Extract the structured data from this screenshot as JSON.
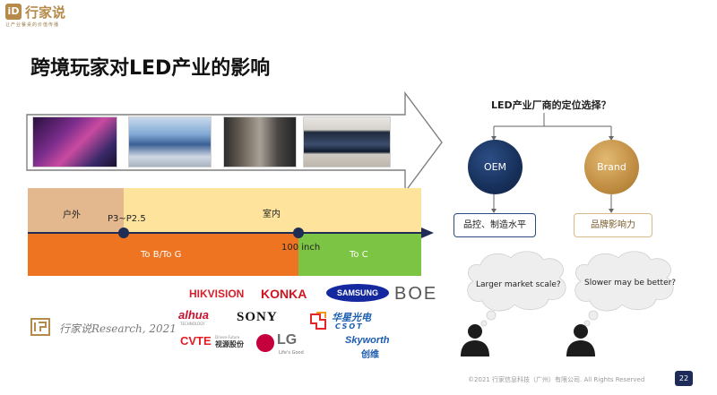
{
  "header": {
    "logo_char": "iD",
    "brand_name": "行家说",
    "tagline": "让产业餐桌的价值传播"
  },
  "slide": {
    "title": "跨境玩家对LED产业的影响"
  },
  "bar": {
    "outdoor_label": "户外",
    "indoor_label": "室内",
    "pitch_label": "P3~P2.5",
    "size_label": "100 inch",
    "tob_label": "To B/To G",
    "toc_label": "To C"
  },
  "right": {
    "question": "LED产业厂商的定位选择？",
    "oem_label": "OEM",
    "brand_label": "Brand",
    "oem_box": "品控、制造水平",
    "brand_box": "品牌影响力",
    "bubble_left": "Larger market scale?",
    "bubble_right": "Slower may be better?"
  },
  "brands": {
    "hikvision": "HIKVISION",
    "konka": "KONKA",
    "samsung": "SAMSUNG",
    "boe": "BOE",
    "dahua": "alhua",
    "dahua_sub": "TECHNOLOGY",
    "sony": "SONY",
    "cso_cn": "华星光电",
    "cso_en": "CSOT",
    "cvte": "CVTE",
    "cvte_cn": "视源股份",
    "cvte_sub": "Driven·Future",
    "lg": "LG",
    "lg_sub": "Life's Good",
    "skyworth": "Skyworth",
    "skyworth_cn": "创维"
  },
  "footer": {
    "research": "行家说Research, 2021",
    "copyright": "©2021 行家信息科技（广州）有限公司. All Rights Reserved",
    "page_number": "22"
  },
  "colors": {
    "outdoor": "#e3b88f",
    "indoor": "#fde39c",
    "tob": "#ef7422",
    "toc": "#7cc443",
    "oem": "#17305a",
    "brand": "#c08d42"
  }
}
